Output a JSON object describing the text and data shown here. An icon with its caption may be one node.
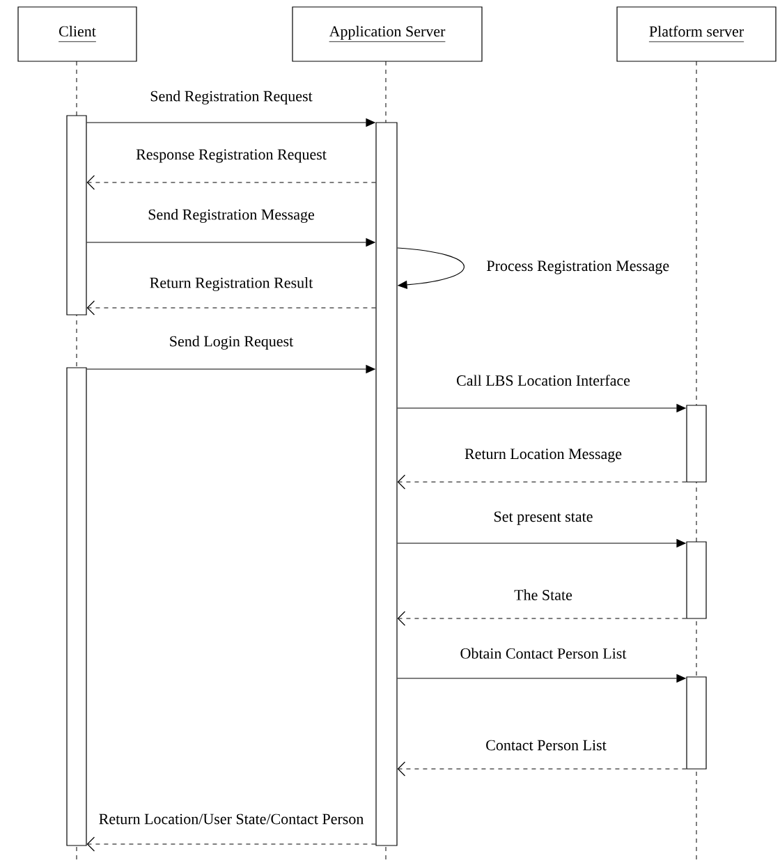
{
  "diagram": {
    "nodes": [
      {
        "text": [
          "Client"
        ]
      },
      {
        "text": [
          "Application Server"
        ]
      },
      {
        "text": [
          "Platform server"
        ]
      },
      {
        "text": [],
        "shape": "bar"
      },
      {
        "text": [],
        "shape": "bar"
      },
      {
        "text": [],
        "shape": "bar"
      },
      {
        "text": [],
        "shape": "bar"
      },
      {
        "text": [],
        "shape": "bar"
      },
      {
        "text": [],
        "shape": "bar"
      }
    ],
    "edges": [
      {
        "from": 3,
        "to": 4,
        "arrow": "to",
        "label": "Send Registration Request"
      },
      {
        "from": 4,
        "to": 3,
        "arrow": "to",
        "label": "Response Registration Request",
        "style": "dashed"
      },
      {
        "from": 3,
        "to": 4,
        "arrow": "to",
        "label": "Send Registration Message"
      },
      {
        "from": 4,
        "to": 4,
        "arrow": "to",
        "label": "Process Registration Message"
      },
      {
        "from": 4,
        "to": 3,
        "arrow": "to",
        "label": "Return Registration Result",
        "style": "dashed"
      },
      {
        "from": 5,
        "to": 4,
        "arrow": "to",
        "label": "Send Login Request"
      },
      {
        "from": 4,
        "to": 6,
        "arrow": "to",
        "label": "Call LBS Location Interface"
      },
      {
        "from": 6,
        "to": 4,
        "arrow": "to",
        "label": "Return Location Message",
        "style": "dashed"
      },
      {
        "from": 4,
        "to": 7,
        "arrow": "to",
        "label": "Set present state"
      },
      {
        "from": 7,
        "to": 4,
        "arrow": "to",
        "label": "The State",
        "style": "dashed"
      },
      {
        "from": 4,
        "to": 8,
        "arrow": "to",
        "label": "Obtain Contact Person List"
      },
      {
        "from": 8,
        "to": 4,
        "arrow": "to",
        "label": "Contact Person List",
        "style": "dashed"
      },
      {
        "from": 4,
        "to": 5,
        "arrow": "to",
        "label": "Return Location/User State/Contact Person",
        "style": "dashed"
      }
    ]
  }
}
